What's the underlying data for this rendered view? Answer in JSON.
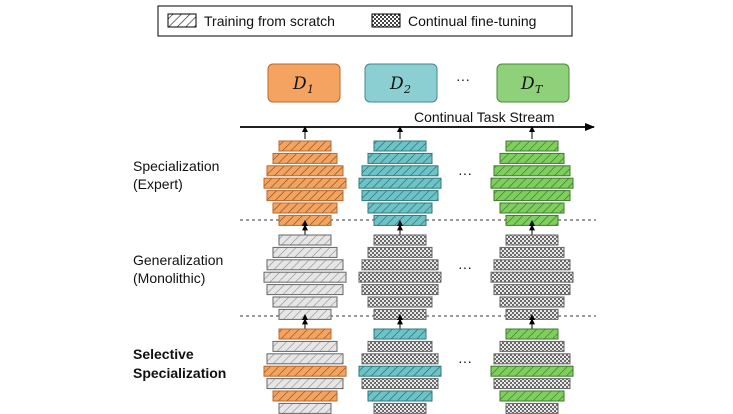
{
  "legend": {
    "scratch_label": "Training from scratch",
    "finetune_label": "Continual fine-tuning"
  },
  "stream_label": "Continual Task Stream",
  "tasks": [
    {
      "letter": "D",
      "sub": "1",
      "color": "#f4a460"
    },
    {
      "letter": "D",
      "sub": "2",
      "color": "#8ccfd3"
    },
    {
      "letter": "D",
      "sub": "T",
      "color": "#8fd07a"
    }
  ],
  "ellipsis": "···",
  "rows": [
    {
      "label_line1": "Specialization",
      "label_line2": "(Expert)",
      "bold": false
    },
    {
      "label_line1": "Generalization",
      "label_line2": "(Monolithic)",
      "bold": false
    },
    {
      "label_line1": "Selective",
      "label_line2": "Specialization",
      "bold": true
    }
  ],
  "colors": {
    "orange": "#f4a460",
    "teal": "#6cc4c8",
    "green": "#7fcf5f",
    "gray": "#c8c8c8",
    "dark_gray": "#555555"
  }
}
